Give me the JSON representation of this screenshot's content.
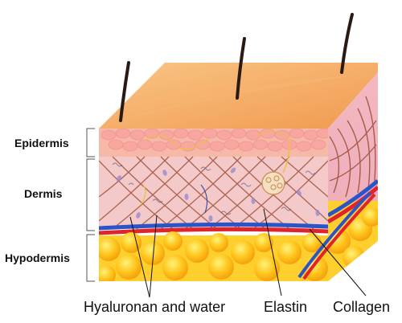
{
  "layers": {
    "epidermis": "Epidermis",
    "dermis": "Dermis",
    "hypodermis": "Hypodermis"
  },
  "components": {
    "hyaluronan": "Hyaluronan and water",
    "elastin": "Elastin",
    "collagen": "Collagen"
  },
  "colors": {
    "skin_top": "#f4a25a",
    "epidermis": "#f6b9a8",
    "dermis": "#f4c9c9",
    "collagen_fiber": "#a0523c",
    "hypodermis_fat": "#ffc21a",
    "artery": "#e0242c",
    "vein": "#2a55c8",
    "hair": "#2a1a12"
  }
}
